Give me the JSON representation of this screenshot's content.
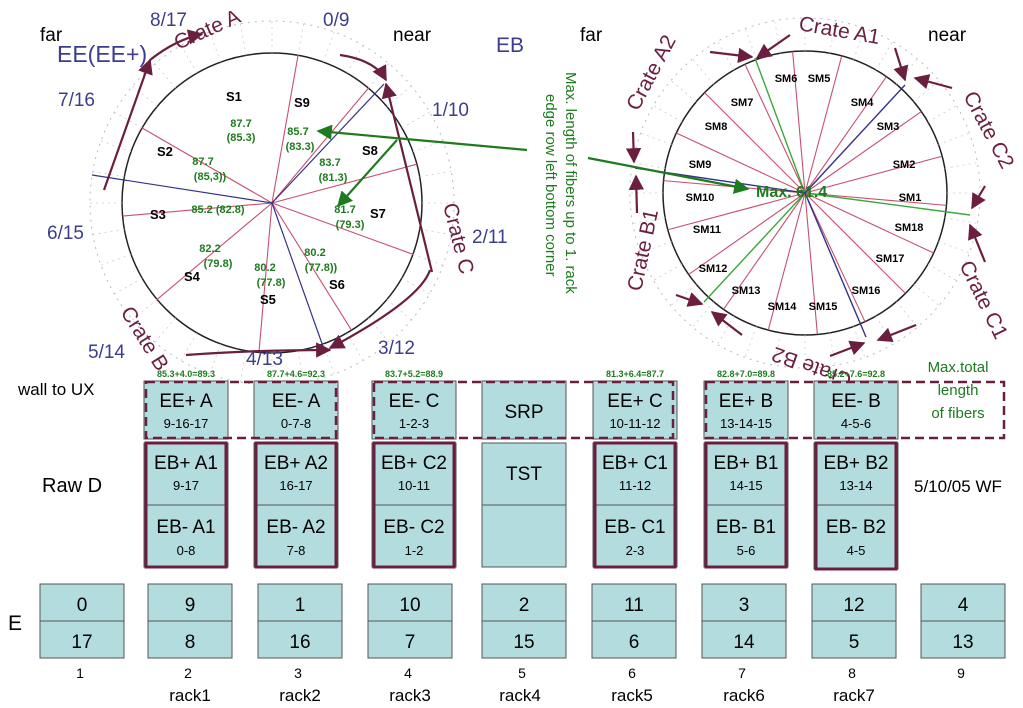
{
  "colors": {
    "crate": "#6b1f3f",
    "index": "#3d3d8f",
    "fiber": "#1e7a1e",
    "box": "#b3dcdf",
    "sector_line": "#c8506e",
    "axis_line": "#33338a"
  },
  "ee": {
    "far": "far",
    "near": "near",
    "title": "EE(EE+)",
    "crate_a": "Crate A",
    "crate_b": "Crate B",
    "crate_c": "Crate C",
    "idx": [
      "8/17",
      "0/9",
      "7/16",
      "1/10",
      "6/15",
      "2/11",
      "5/14",
      "4/13",
      "3/12"
    ],
    "sectors": [
      "S1",
      "S2",
      "S3",
      "S4",
      "S5",
      "S6",
      "S7",
      "S8",
      "S9"
    ],
    "fibers": [
      [
        "87.7",
        "(85.3)"
      ],
      [
        "85.7",
        "(83.3)"
      ],
      [
        "83.7",
        "(81.3)"
      ],
      [
        "87.7",
        "(85,3))"
      ],
      [
        "85.2 (82.8)"
      ],
      [
        "81.7",
        "(79.3)"
      ],
      [
        "82.2",
        "(79.8)"
      ],
      [
        "80.2",
        "(77.8))"
      ],
      [
        "80.2",
        "(77.8)"
      ]
    ]
  },
  "eb": {
    "title": "EB",
    "far": "far",
    "near": "near",
    "crate_a1": "Crate A1",
    "crate_a2": "Crate A2",
    "crate_b1": "Crate B1",
    "crate_b2": "Crate B2",
    "crate_c1": "Crate C1",
    "crate_c2": "Crate C2",
    "max": "Max. 61.4",
    "sms": [
      "SM1",
      "SM2",
      "SM3",
      "SM4",
      "SM5",
      "SM6",
      "SM7",
      "SM8",
      "SM9",
      "SM10",
      "SM11",
      "SM12",
      "SM13",
      "SM14",
      "SM15",
      "SM16",
      "SM17",
      "SM18"
    ]
  },
  "notes": {
    "max_length": [
      "Max. length of fibers up to 1. rack",
      "edge row left bottom corner"
    ],
    "max_total": [
      "Max.total",
      "length",
      "of fibers"
    ],
    "date": "5/10/05 WF"
  },
  "rows": {
    "wall": "wall to UX",
    "raw_d": "Raw D",
    "e": "E"
  },
  "sums": [
    "85.3+4.0=89.3",
    "87.7+4.6=92.3",
    "83.7+5.2=88.9",
    "81.3+6.4=87.7",
    "82.8+7.0=89.8",
    "85.2+7.6=92.8"
  ],
  "top_boxes": [
    {
      "title": "EE+ A",
      "sub": "9-16-17"
    },
    {
      "title": "EE- A",
      "sub": "0-7-8"
    },
    {
      "title": "EE- C",
      "sub": "1-2-3"
    },
    {
      "title": "SRP",
      "sub": ""
    },
    {
      "title": "EE+ C",
      "sub": "10-11-12"
    },
    {
      "title": "EE+ B",
      "sub": "13-14-15"
    },
    {
      "title": "EE- B",
      "sub": "4-5-6"
    }
  ],
  "mid_top": [
    {
      "title": "EB+ A1",
      "sub": "9-17"
    },
    {
      "title": "EB+ A2",
      "sub": "16-17"
    },
    {
      "title": "EB+ C2",
      "sub": "10-11"
    },
    {
      "title": "TST",
      "sub": ""
    },
    {
      "title": "EB+ C1",
      "sub": "11-12"
    },
    {
      "title": "EB+ B1",
      "sub": "14-15"
    },
    {
      "title": "EB+ B2",
      "sub": "13-14"
    }
  ],
  "mid_bot": [
    {
      "title": "EB- A1",
      "sub": "0-8"
    },
    {
      "title": "EB- A2",
      "sub": "7-8"
    },
    {
      "title": "EB- C2",
      "sub": "1-2"
    },
    {
      "title": "",
      "sub": ""
    },
    {
      "title": "EB- C1",
      "sub": "2-3"
    },
    {
      "title": "EB- B1",
      "sub": "5-6"
    },
    {
      "title": "EB- B2",
      "sub": "4-5"
    }
  ],
  "e_boxes": [
    [
      "0",
      "17"
    ],
    [
      "9",
      "8"
    ],
    [
      "1",
      "16"
    ],
    [
      "10",
      "7"
    ],
    [
      "2",
      "15"
    ],
    [
      "11",
      "6"
    ],
    [
      "3",
      "14"
    ],
    [
      "12",
      "5"
    ],
    [
      "4",
      "13"
    ]
  ],
  "numbers": [
    "1",
    "2",
    "3",
    "4",
    "5",
    "6",
    "7",
    "8",
    "9"
  ],
  "racks": [
    "rack1",
    "rack2",
    "rack3",
    "rack4",
    "rack5",
    "rack6",
    "rack7"
  ]
}
